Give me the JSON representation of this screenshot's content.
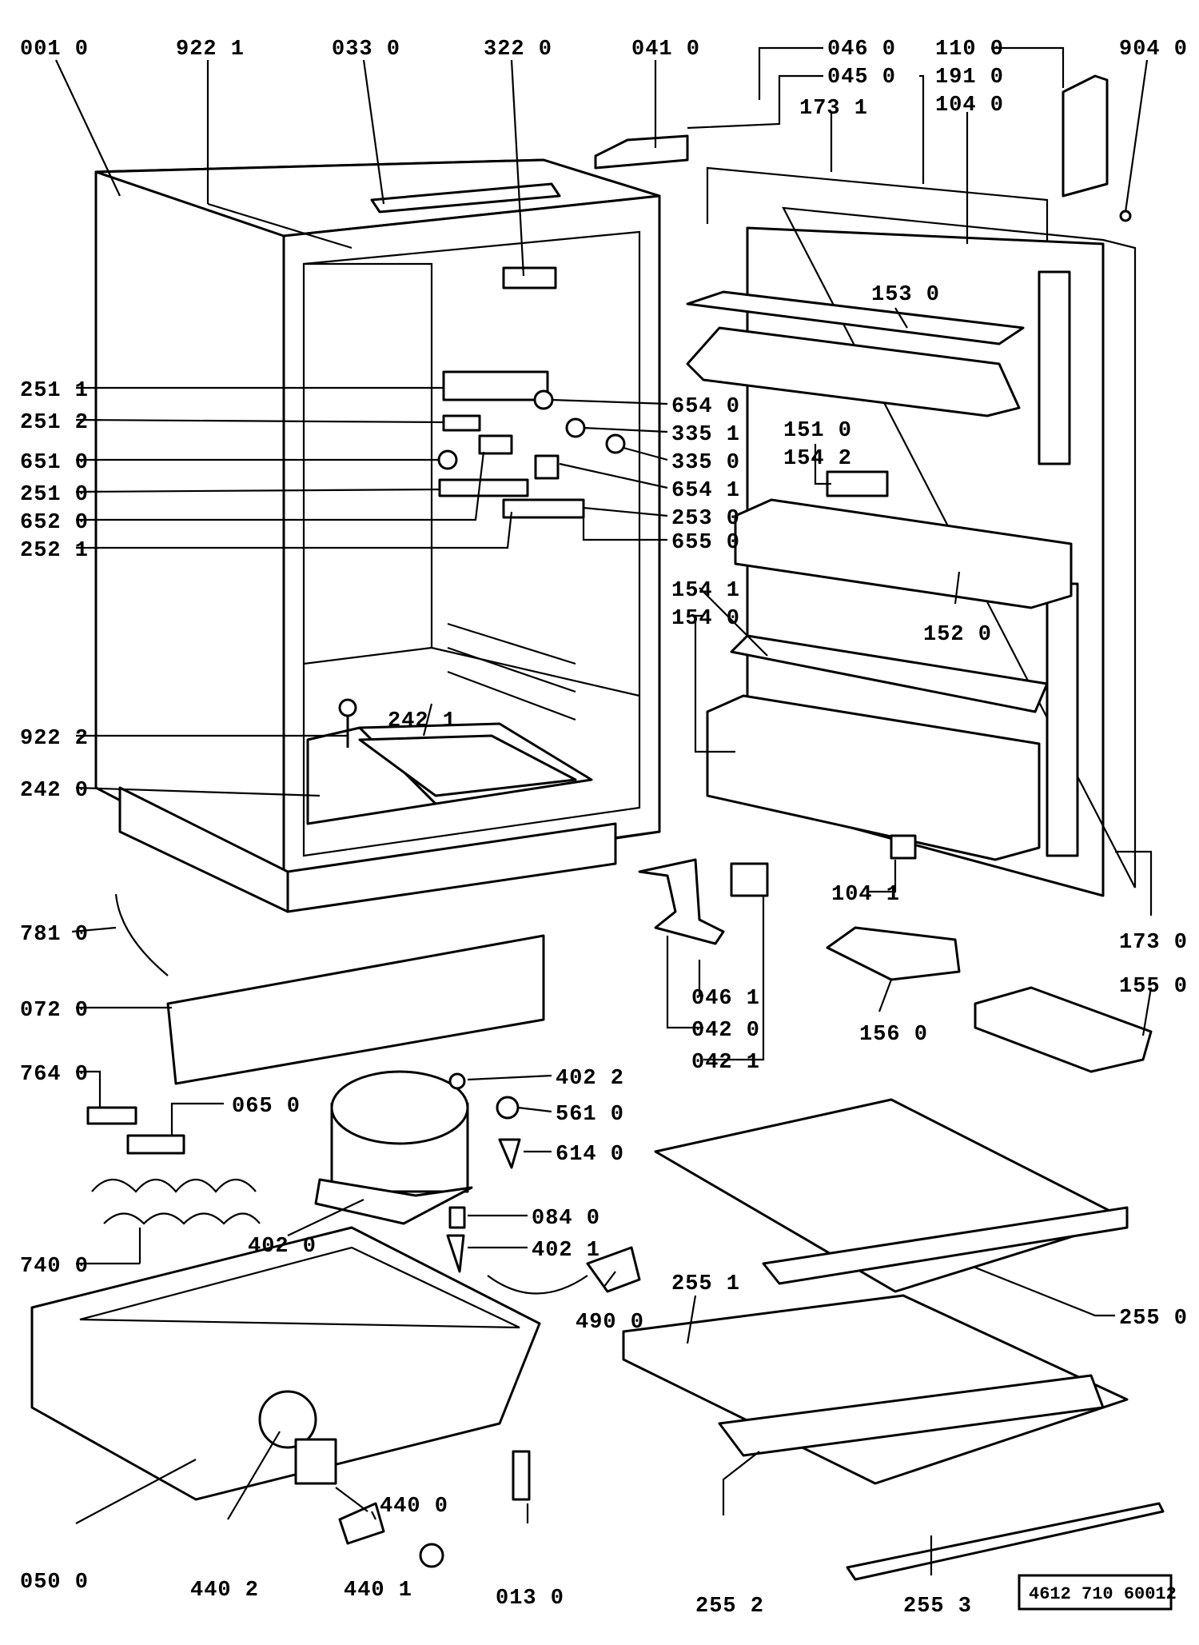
{
  "diagram": {
    "document_number": "4612 710 60012",
    "labels": {
      "p001_0": "001 0",
      "p922_1": "922 1",
      "p033_0": "033 0",
      "p322_0": "322 0",
      "p041_0": "041 0",
      "p046_0": "046 0",
      "p045_0": "045 0",
      "p173_1": "173 1",
      "p110_0": "110 0",
      "p191_0": "191 0",
      "p104_0": "104 0",
      "p904_0": "904 0",
      "p153_0": "153 0",
      "p251_1": "251 1",
      "p251_2": "251 2",
      "p651_0": "651 0",
      "p251_0": "251 0",
      "p652_0": "652 0",
      "p252_1": "252 1",
      "p654_0": "654 0",
      "p335_1": "335 1",
      "p335_0": "335 0",
      "p654_1": "654 1",
      "p253_0": "253 0",
      "p655_0": "655 0",
      "p151_0": "151 0",
      "p154_2": "154 2",
      "p154_1": "154 1",
      "p154_0": "154 0",
      "p152_0": "152 0",
      "p922_2": "922 2",
      "p242_1": "242 1",
      "p242_0": "242 0",
      "p104_1": "104 1",
      "p781_0": "781 0",
      "p173_0": "173 0",
      "p046_1": "046 1",
      "p042_0": "042 0",
      "p042_1": "042 1",
      "p155_0": "155 0",
      "p156_0": "156 0",
      "p072_0": "072 0",
      "p764_0": "764 0",
      "p065_0": "065 0",
      "p402_2": "402 2",
      "p561_0": "561 0",
      "p614_0": "614 0",
      "p740_0": "740 0",
      "p402_0": "402 0",
      "p084_0": "084 0",
      "p402_1": "402 1",
      "p490_0": "490 0",
      "p255_1": "255 1",
      "p255_0": "255 0",
      "p440_0": "440 0",
      "p050_0": "050 0",
      "p440_2": "440 2",
      "p440_1": "440 1",
      "p013_0": "013 0",
      "p255_2": "255 2",
      "p255_3": "255 3"
    }
  }
}
